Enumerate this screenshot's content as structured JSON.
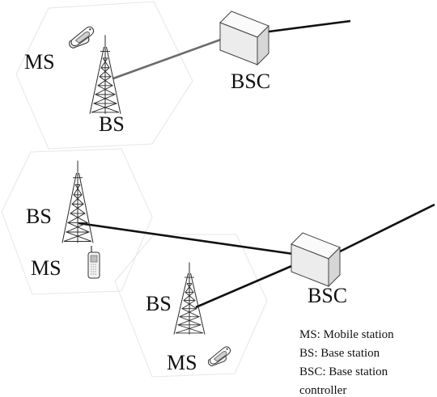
{
  "labels": {
    "top_ms": "MS",
    "top_bs": "BS",
    "top_bsc": "BSC",
    "mid_bs": "BS",
    "mid_ms": "MS",
    "low_bs": "BS",
    "low_ms": "MS",
    "bottom_bsc": "BSC"
  },
  "legend": {
    "line1": "MS: Mobile station",
    "line2": "BS: Base station",
    "line3": "BSC: Base station",
    "line4": "controller"
  },
  "colors": {
    "link_dark": "#111111",
    "link_grey": "#6b6b6b",
    "box_fill": "#f4f4f4",
    "cell_border": "#e6e6e6"
  }
}
